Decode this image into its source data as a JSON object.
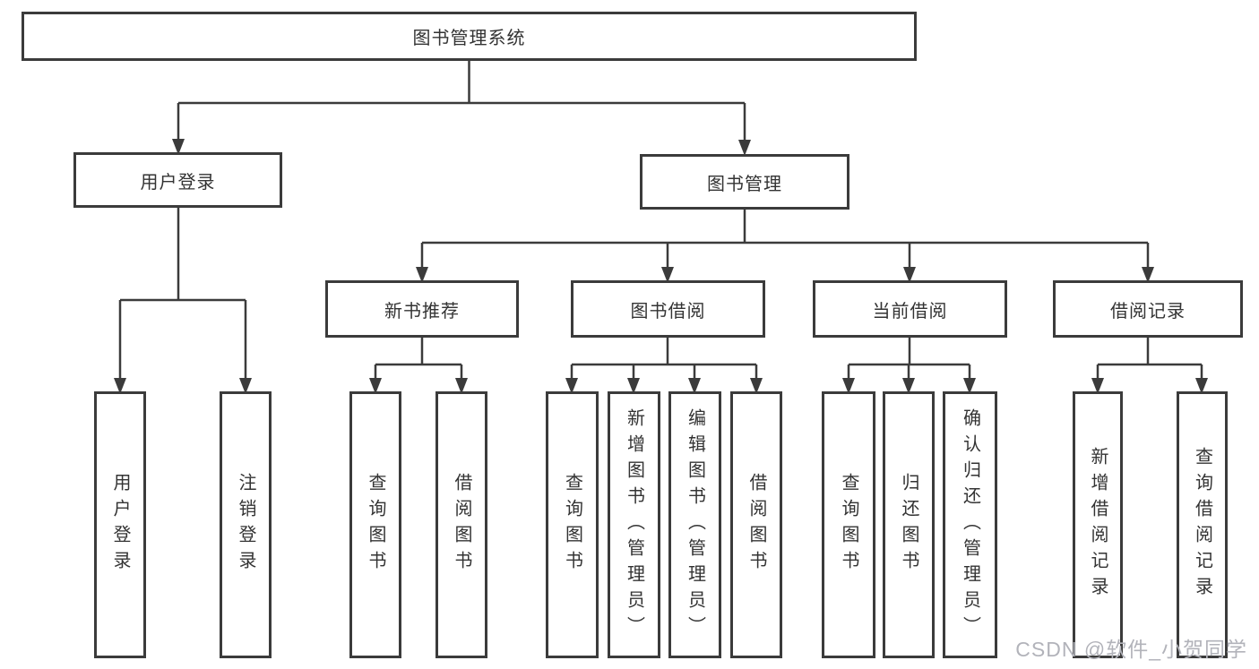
{
  "tree": {
    "label": "图书管理系统",
    "children": [
      {
        "label": "用户登录",
        "children": [
          {
            "label": "用户登录"
          },
          {
            "label": "注销登录"
          }
        ]
      },
      {
        "label": "图书管理",
        "children": [
          {
            "label": "新书推荐",
            "children": [
              {
                "label": "查询图书"
              },
              {
                "label": "借阅图书"
              }
            ]
          },
          {
            "label": "图书借阅",
            "children": [
              {
                "label": "查询图书"
              },
              {
                "label": "新增图书（管理员）"
              },
              {
                "label": "编辑图书（管理员）"
              },
              {
                "label": "借阅图书"
              }
            ]
          },
          {
            "label": "当前借阅",
            "children": [
              {
                "label": "查询图书"
              },
              {
                "label": "归还图书"
              },
              {
                "label": "确认归还（管理员）"
              }
            ]
          },
          {
            "label": "借阅记录",
            "children": [
              {
                "label": "新增借阅记录"
              },
              {
                "label": "查询借阅记录"
              }
            ]
          }
        ]
      }
    ]
  },
  "watermark": "CSDN @软件_小贺同学",
  "colors": {
    "line": "#3b3b3b",
    "box_border": "#3b3b3b",
    "box_background": "#ffffff",
    "text": "#333333",
    "watermark": "#b2b3ba",
    "page_background": "#ffffff"
  }
}
